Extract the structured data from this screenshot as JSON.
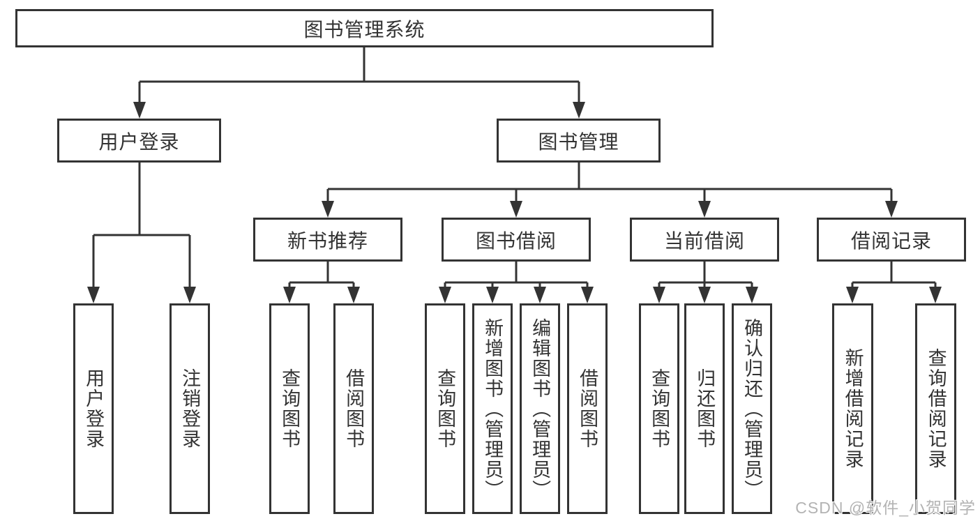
{
  "colors": {
    "line": "#333333",
    "text": "#333333",
    "watermark": "#b3b3b3",
    "background": "#ffffff"
  },
  "root": {
    "label": "图书管理系统"
  },
  "branches": [
    {
      "label": "用户登录",
      "leaves": [
        "用户登录",
        "注销登录"
      ]
    },
    {
      "label": "图书管理",
      "groups": [
        {
          "label": "新书推荐",
          "leaves": [
            "查询图书",
            "借阅图书"
          ]
        },
        {
          "label": "图书借阅",
          "leaves": [
            "查询图书",
            "新增图书（管理员）",
            "编辑图书（管理员）",
            "借阅图书"
          ]
        },
        {
          "label": "当前借阅",
          "leaves": [
            "查询图书",
            "归还图书",
            "确认归还（管理员）"
          ]
        },
        {
          "label": "借阅记录",
          "leaves": [
            "新增借阅记录",
            "查询借阅记录"
          ]
        }
      ]
    }
  ],
  "watermark": "CSDN @软件_小贺同学"
}
